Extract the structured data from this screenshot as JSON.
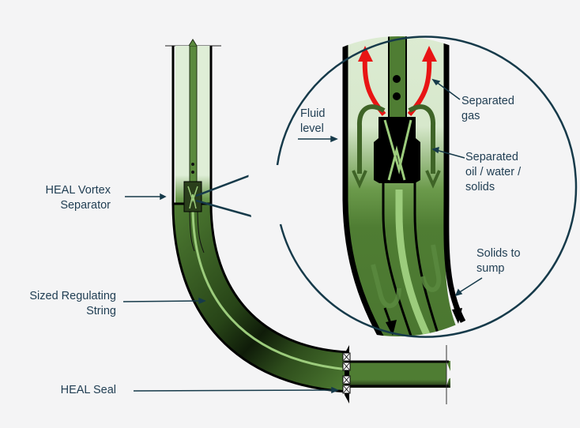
{
  "labels": {
    "vortex_separator": [
      "HEAL  Vortex",
      "Separator"
    ],
    "regulating_string": [
      "Sized Regulating",
      "String"
    ],
    "heal_seal": "HEAL Seal",
    "fluid_level": [
      "Fluid",
      "level"
    ],
    "separated_gas": [
      "Separated",
      "gas"
    ],
    "separated_liquids": [
      "Separated",
      "oil / water /",
      "solids"
    ],
    "solids_to_sump": [
      "Solids to",
      "sump"
    ]
  },
  "colors": {
    "background": "#f4f4f5",
    "label_text": "#1f3d52",
    "pipe_green": "#4f7d33",
    "pipe_dark": "#0e1a08",
    "fluid_light": "#dbe9d2",
    "string_light": "#9ccc7c",
    "gas_arrow": "#e81414",
    "callout_line": "#163a4a"
  }
}
